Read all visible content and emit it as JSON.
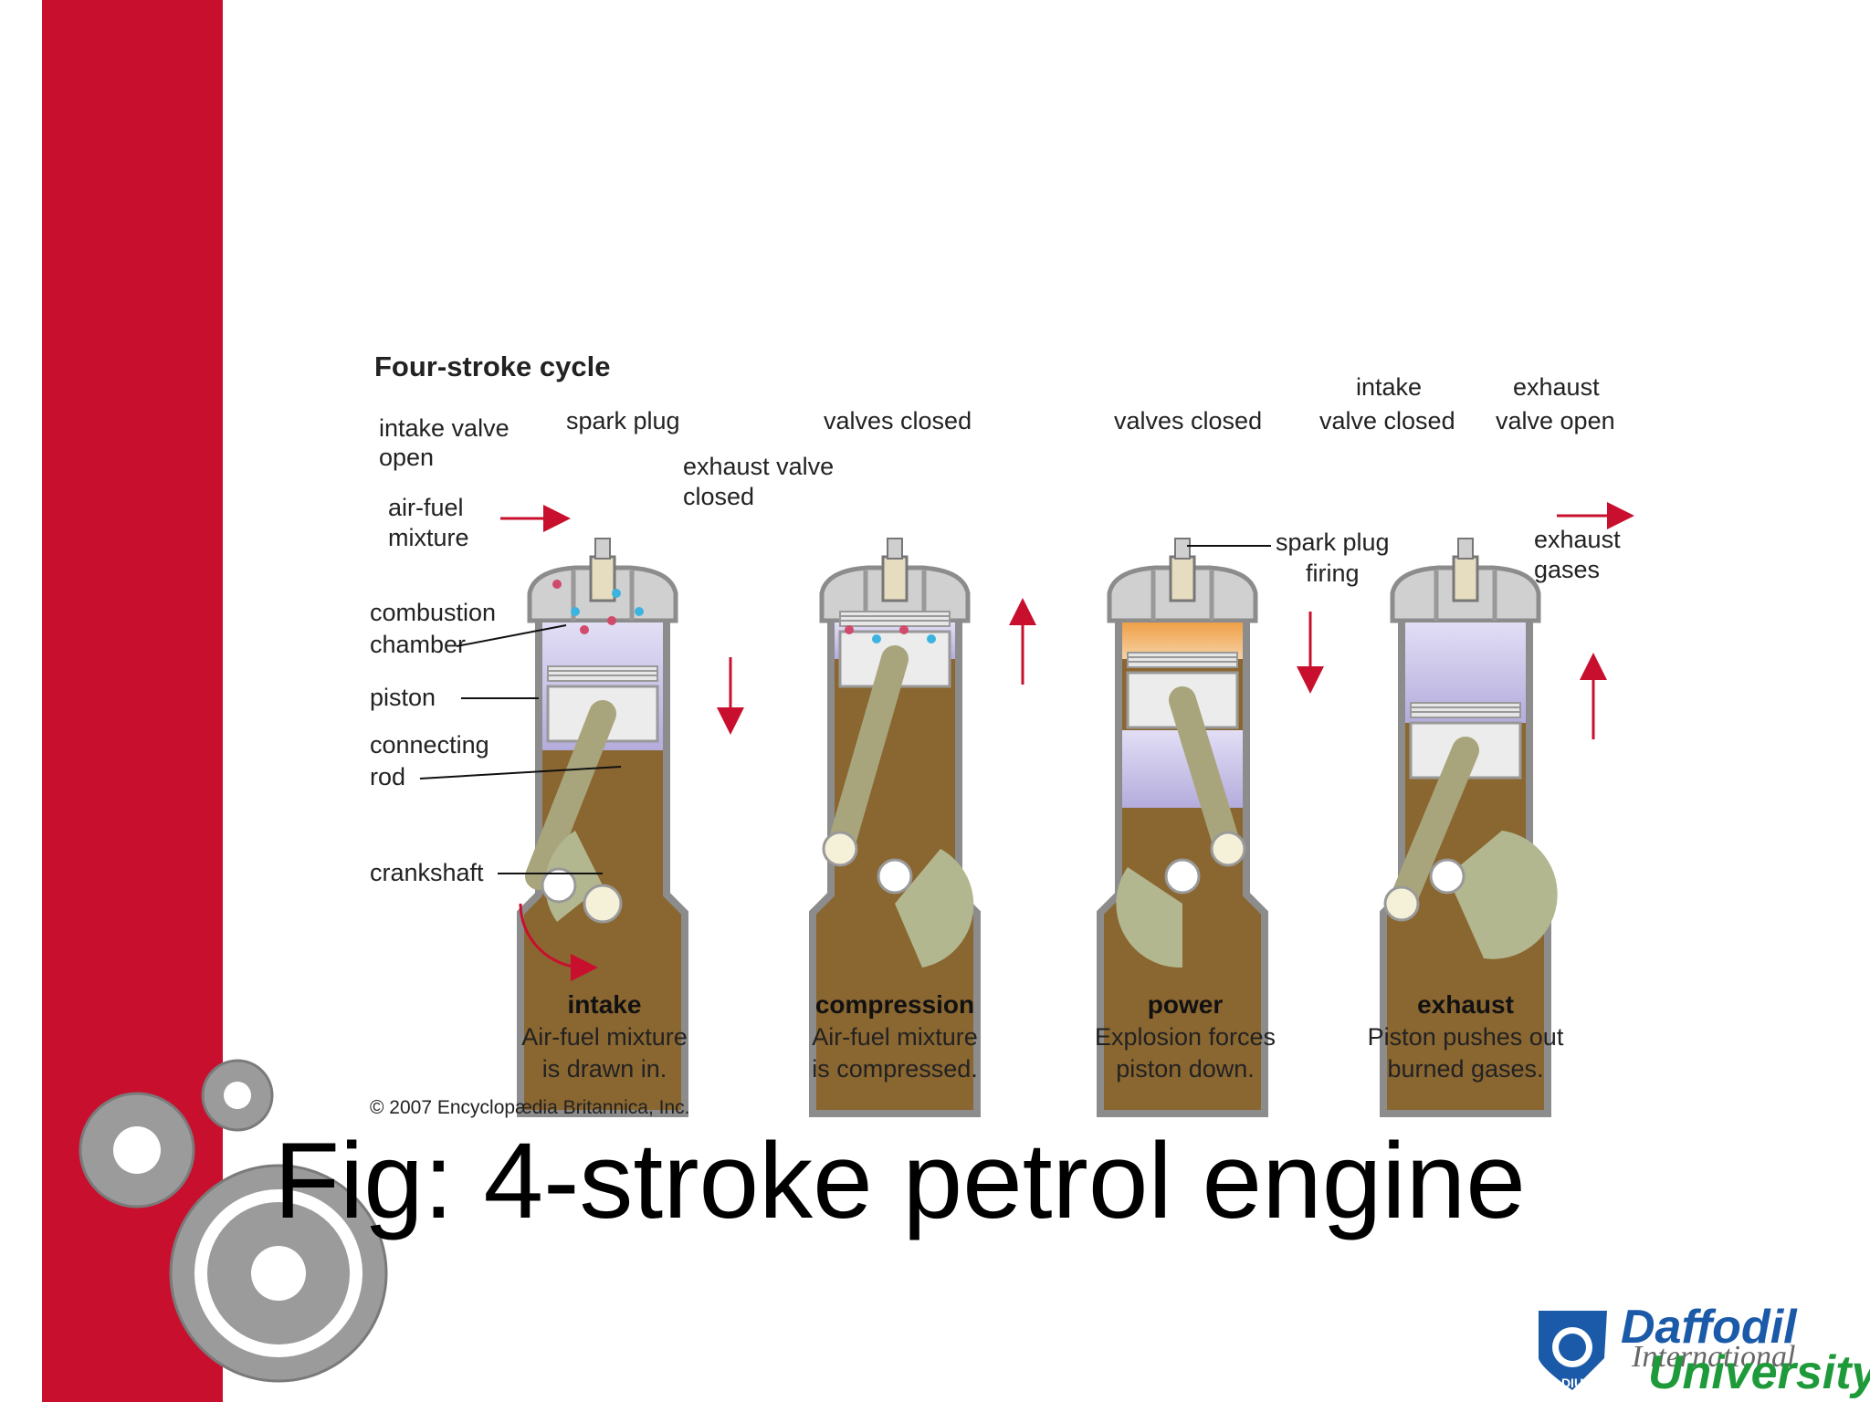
{
  "figure": {
    "title": "Four-stroke cycle",
    "labels": {
      "intake_valve_open_1": "intake valve",
      "intake_valve_open_2": "open",
      "spark_plug": "spark plug",
      "exhaust_valve_closed_1": "exhaust valve",
      "exhaust_valve_closed_2": "closed",
      "air_fuel_1": "air-fuel",
      "air_fuel_2": "mixture",
      "combustion_1": "combustion",
      "combustion_2": "chamber",
      "piston": "piston",
      "connecting_1": "connecting",
      "connecting_2": "rod",
      "crankshaft": "crankshaft",
      "valves_closed_a": "valves closed",
      "valves_closed_b": "valves closed",
      "spark_firing_1": "spark plug",
      "spark_firing_2": "firing",
      "intake_closed_1": "intake",
      "intake_closed_2": "valve closed",
      "exhaust_open_1": "exhaust",
      "exhaust_open_2": "valve open",
      "exhaust_gases_1": "exhaust",
      "exhaust_gases_2": "gases"
    },
    "strokes": [
      {
        "name": "intake",
        "line1": "Air-fuel mixture",
        "line2": "is drawn in."
      },
      {
        "name": "compression",
        "line1": "Air-fuel mixture",
        "line2": "is compressed."
      },
      {
        "name": "power",
        "line1": "Explosion forces",
        "line2": "piston down."
      },
      {
        "name": "exhaust",
        "line1": "Piston pushes out",
        "line2": "burned gases."
      }
    ],
    "copyright": "© 2007 Encyclopædia Britannica, Inc."
  },
  "caption": "Fig: 4-stroke petrol engine",
  "logo": {
    "line1": "Daffodil",
    "line2": "International",
    "line3": "University",
    "badge": "DIU"
  },
  "colors": {
    "side_bar": "#c8102e",
    "crankcase": "#8a6631",
    "cylinder_gas": "#c9c4e6",
    "flame": "#e38a3a",
    "arrow": "#c8102e"
  }
}
